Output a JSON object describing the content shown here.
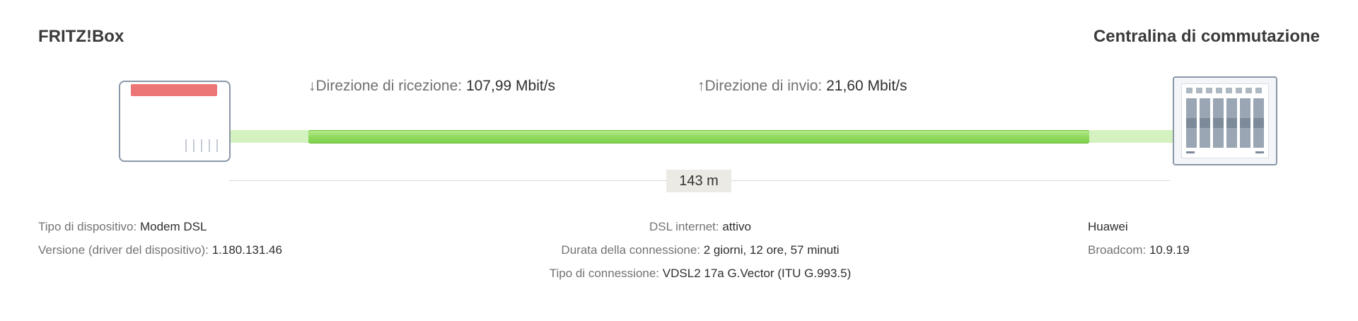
{
  "left_device": {
    "title": "FRITZ!Box",
    "icon": "modem-icon",
    "led_color": "#ec7576",
    "type_label": "Tipo di dispositivo:",
    "type_value": "Modem DSL",
    "version_label": "Versione (driver del dispositivo):",
    "version_value": "1.180.131.46"
  },
  "right_device": {
    "title": "Centralina di commutazione",
    "icon": "exchange-cabinet-icon",
    "vendor": "Huawei",
    "chip_label": "Broadcom:",
    "chip_value": "10.9.19"
  },
  "rates": {
    "rx_arrow": "↓",
    "rx_label": "Direzione di ricezione:",
    "rx_value": "107,99 Mbit/s",
    "tx_arrow": "↑",
    "tx_label": "Direzione di invio:",
    "tx_value": "21,60 Mbit/s"
  },
  "line": {
    "distance": "143 m",
    "active_color": "#8fd95c",
    "track_color": "#d4f2c0"
  },
  "connection": {
    "dsl_label": "DSL internet:",
    "dsl_value": "attivo",
    "duration_label": "Durata della connessione:",
    "duration_value": "2 giorni, 12 ore, 57 minuti",
    "type_label": "Tipo di connessione:",
    "type_value": "VDSL2 17a G.Vector (ITU G.993.5)"
  }
}
